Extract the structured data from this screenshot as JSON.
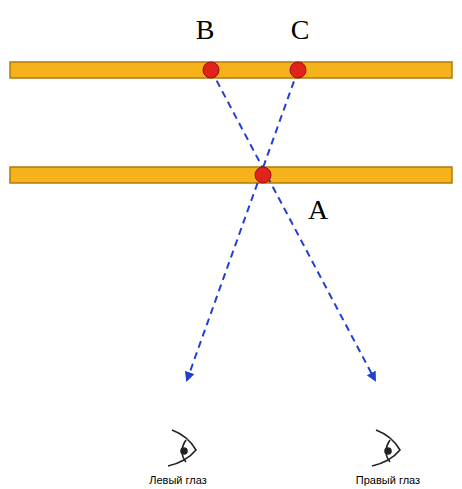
{
  "diagram": {
    "labels": [
      "B",
      "C",
      "A",
      "Левый глаз",
      "Правый глаз"
    ]
  }
}
